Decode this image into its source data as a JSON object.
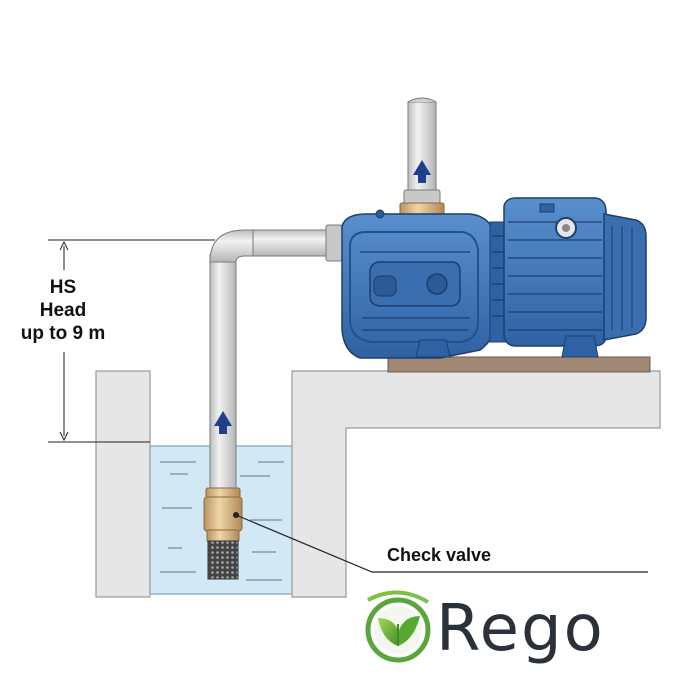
{
  "head_label": {
    "line1": "HS",
    "line2": "Head",
    "line3": "up to 9 m"
  },
  "check_valve_label": "Check valve",
  "brand_name": "Rego",
  "colors": {
    "pump_blue": "#3d73b6",
    "pump_blue_dark": "#1f4f8c",
    "water": "#cfe6f4",
    "ledge": "#e4e4e4",
    "base_plate": "#a08875",
    "pipe": "#d8d8d8",
    "valve_brass": "#d9b98a",
    "arrow_blue": "#1e3f8c",
    "logo_green": "#57a832",
    "brand_text": "#2b3138"
  }
}
